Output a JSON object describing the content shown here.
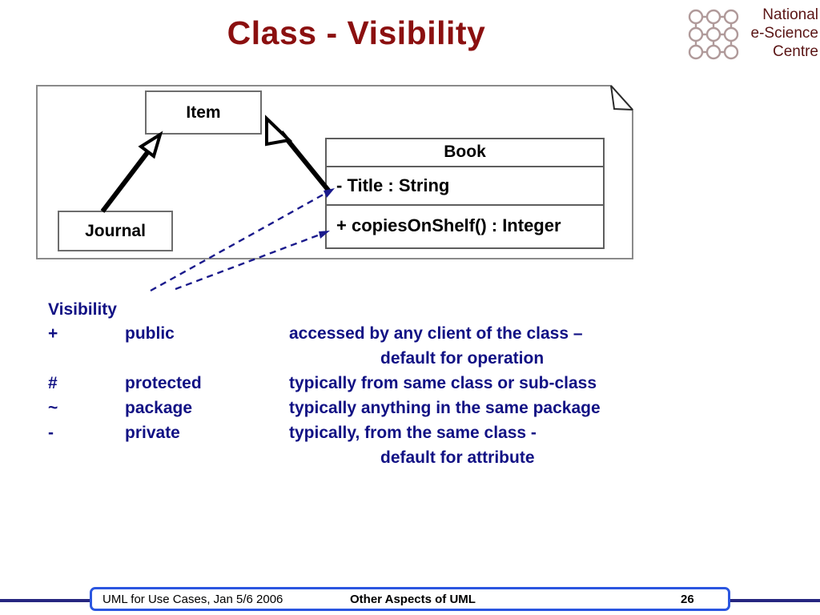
{
  "slide": {
    "title": "Class - Visibility"
  },
  "logo": {
    "line1": "National",
    "line2": "e-Science",
    "line3": "Centre",
    "icon": "grid-nodes-icon",
    "color": "#5a1515"
  },
  "diagram": {
    "note_shape": "dog-eared-note",
    "classes": [
      {
        "name": "Item"
      },
      {
        "name": "Journal"
      },
      {
        "name": "Book",
        "attributes": [
          "- Title : String"
        ],
        "operations": [
          "+ copiesOnShelf() : Integer"
        ]
      }
    ],
    "relations": [
      {
        "type": "generalization",
        "from": "Journal",
        "to": "Item"
      },
      {
        "type": "generalization",
        "from": "Book",
        "to": "Item"
      }
    ],
    "callouts": [
      {
        "target": "- Title : String",
        "style": "dashed-arrow",
        "color": "#1a1a8c"
      },
      {
        "target": "+ copiesOnShelf() : Integer",
        "style": "dashed-arrow",
        "color": "#1a1a8c"
      }
    ]
  },
  "visibility": {
    "heading": "Visibility",
    "text_color": "#111184",
    "rows": [
      {
        "symbol": "+",
        "name": "public",
        "description": "accessed by any client of the class –",
        "continuation": "default for operation"
      },
      {
        "symbol": "#",
        "name": "protected",
        "description": "typically from same class or sub-class",
        "continuation": ""
      },
      {
        "symbol": "~",
        "name": "package",
        "description": "typically anything in the same package",
        "continuation": ""
      },
      {
        "symbol": "-",
        "name": "private",
        "description": "typically, from the same class -",
        "continuation": "default for attribute"
      }
    ]
  },
  "footer": {
    "left": "UML for Use Cases, Jan 5/6 2006",
    "middle": "Other Aspects of UML",
    "page": "26",
    "border_color": "#2b56e0",
    "rule_color": "#262680"
  }
}
